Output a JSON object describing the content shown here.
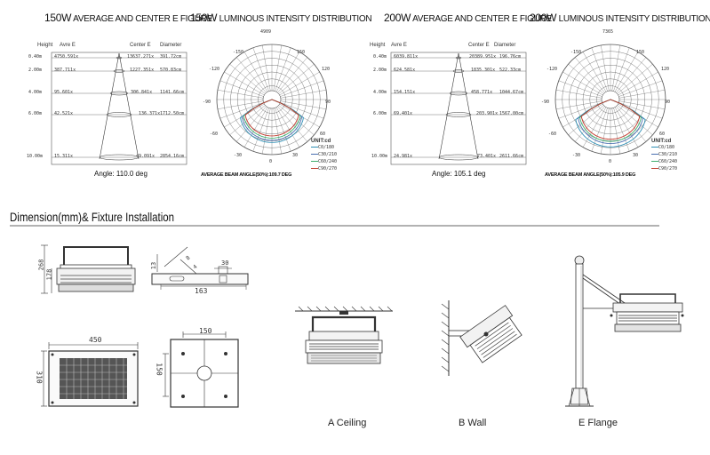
{
  "panels": [
    {
      "avg_title_power": "150W",
      "avg_title_rest": "AVERAGE AND CENTER E FIGURE",
      "dist_title_power": "150W",
      "dist_title_rest": "LUMINOUS INTENSITY DISTRIBUTION",
      "col_height": "Height",
      "col_avre": "Avre E",
      "col_center": "Center E",
      "col_diameter": "Diameter",
      "rows": [
        {
          "height": "0.40m",
          "avre": "4750.591x",
          "center": "13637.271x",
          "diameter": "391.72cm"
        },
        {
          "height": "2.00m",
          "avre": "387.711x",
          "center": "1227.351x",
          "diameter": "570.83cm"
        },
        {
          "height": "4.00m",
          "avre": "95.601x",
          "center": "306.841x",
          "diameter": "1141.66cm"
        },
        {
          "height": "6.00m",
          "avre": "42.521x",
          "center": "136.371x",
          "diameter": "1712.50cm"
        },
        {
          "height": "10.00m",
          "avre": "15.311x",
          "center": "49.091x",
          "diameter": "2854.16cm"
        }
      ],
      "angle": "Angle: 110.0 deg",
      "polar_max": "4909",
      "beam": "AVERAGE BEAM ANGLE(50%):109.7 DEG"
    },
    {
      "avg_title_power": "200W",
      "avg_title_rest": "AVERAGE AND CENTER E FIGURE",
      "dist_title_power": "200W",
      "dist_title_rest": "LUMINOUS INTENSITY DISTRIBUTION",
      "col_height": "Height",
      "col_avre": "Avre E",
      "col_center": "Center E",
      "col_diameter": "Diameter",
      "rows": [
        {
          "height": "0.40m",
          "avre": "6039.811x",
          "center": "20389.951x",
          "diameter": "196.76cm"
        },
        {
          "height": "2.00m",
          "avre": "624.581x",
          "center": "1835.301x",
          "diameter": "522.33cm"
        },
        {
          "height": "4.00m",
          "avre": "154.151x",
          "center": "458.771x",
          "diameter": "1044.67cm"
        },
        {
          "height": "6.00m",
          "avre": "69.401x",
          "center": "203.901x",
          "diameter": "1567.00cm"
        },
        {
          "height": "10.00m",
          "avre": "24.981x",
          "center": "73.401x",
          "diameter": "2611.66cm"
        }
      ],
      "angle": "Angle: 105.1 deg",
      "polar_max": "7365",
      "beam": "AVERAGE BEAM ANGLE(50%):105.9 DEG"
    }
  ],
  "polar_angles": {
    "top_left": "-150",
    "top_right": "150",
    "upper_left": "-120",
    "upper_right": "120",
    "left": "-90",
    "right": "90",
    "lower_left": "-60",
    "lower_right": "60",
    "bottom_left": "-30",
    "bottom_right": "30",
    "bottom": "0"
  },
  "legend": {
    "unit": "UNIT:cd",
    "items": [
      {
        "label": "C0/180",
        "color": "#2e8fb5"
      },
      {
        "label": "C30/210",
        "color": "#4a6fb0"
      },
      {
        "label": "C60/240",
        "color": "#3fae6f"
      },
      {
        "label": "C90/270",
        "color": "#c0392b"
      }
    ]
  },
  "section_title": "Dimension(mm)& Fixture Installation",
  "dimensions": {
    "side_height": "268",
    "side_inner": "178",
    "bracket_a": "13",
    "bracket_b": "30",
    "bracket_len": "163",
    "bracket_angle": "8",
    "bracket_small": "4",
    "front_width": "450",
    "front_height": "310",
    "back_width": "150",
    "back_height": "150"
  },
  "captions": {
    "ceiling": "A Ceiling",
    "wall": "B  Wall",
    "flange": "E Flange"
  }
}
